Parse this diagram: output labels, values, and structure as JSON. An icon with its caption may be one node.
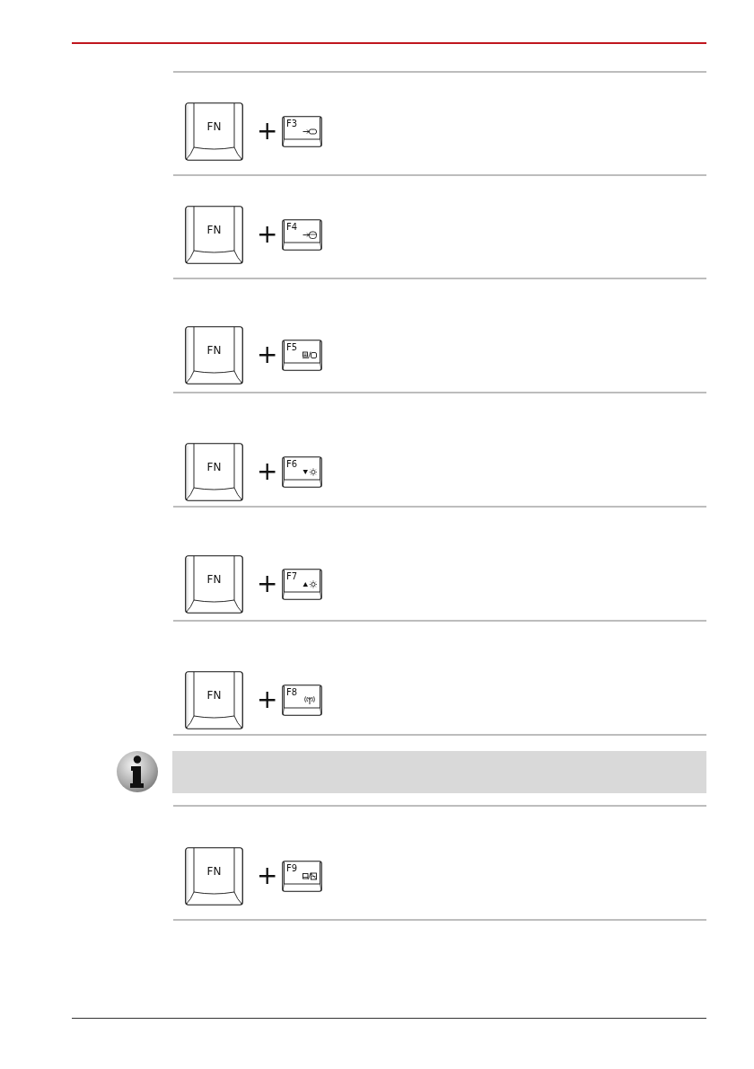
{
  "diagram": {
    "nodes": [
      {
        "text": [
          "FN"
        ]
      },
      {
        "text": [
          "F3"
        ]
      },
      {
        "text": [
          "FN"
        ]
      },
      {
        "text": [
          "F4"
        ]
      },
      {
        "text": [
          "FN"
        ]
      },
      {
        "text": [
          "F5"
        ]
      },
      {
        "text": [
          "FN"
        ]
      },
      {
        "text": [
          "F6"
        ]
      },
      {
        "text": [
          "FN"
        ]
      },
      {
        "text": [
          "F7"
        ]
      },
      {
        "text": [
          "FN"
        ]
      },
      {
        "text": [
          "F8"
        ]
      },
      {
        "text": [
          "FN"
        ]
      },
      {
        "text": [
          "F9"
        ]
      }
    ],
    "labels": [
      "+",
      "+",
      "+",
      "+",
      "+",
      "+",
      "+"
    ]
  }
}
